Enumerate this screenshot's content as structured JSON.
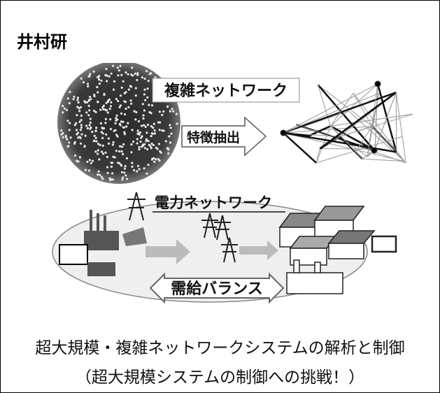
{
  "lab": {
    "name": "井村研"
  },
  "figure": {
    "complex_network_label": "複雑ネットワーク",
    "feature_extraction_label": "特徴抽出",
    "power_network_label": "電力ネットワーク",
    "supply_demand_label": "需給バランス"
  },
  "captions": {
    "line1": "超大規模・複雑ネットワークシステムの解析と制御",
    "line2": "（超大規模システムの制御への挑戦！）"
  }
}
